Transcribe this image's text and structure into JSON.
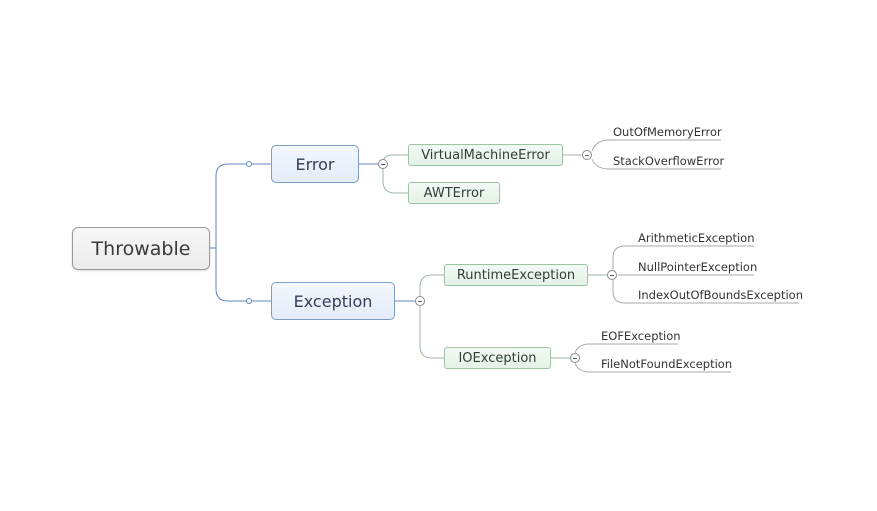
{
  "root": {
    "label": "Throwable"
  },
  "error": {
    "label": "Error",
    "virtual_machine_error": {
      "label": "VirtualMachineError",
      "children": [
        "OutOfMemoryError",
        "StackOverflowError"
      ]
    },
    "awt_error": {
      "label": "AWTError"
    }
  },
  "exception": {
    "label": "Exception",
    "runtime_exception": {
      "label": "RuntimeException",
      "children": [
        "ArithmeticException",
        "NullPointerException",
        "IndexOutOfBoundsException"
      ]
    },
    "io_exception": {
      "label": "IOException",
      "children": [
        "EOFException",
        "FileNotFoundException"
      ]
    }
  },
  "colors": {
    "main_connector": "#5b87bf",
    "sub_connector": "#9fb5a0",
    "leaf_underline": "#a8a8a8",
    "main_border": "#7d9ec7",
    "sub_border": "#9fc2a6"
  }
}
